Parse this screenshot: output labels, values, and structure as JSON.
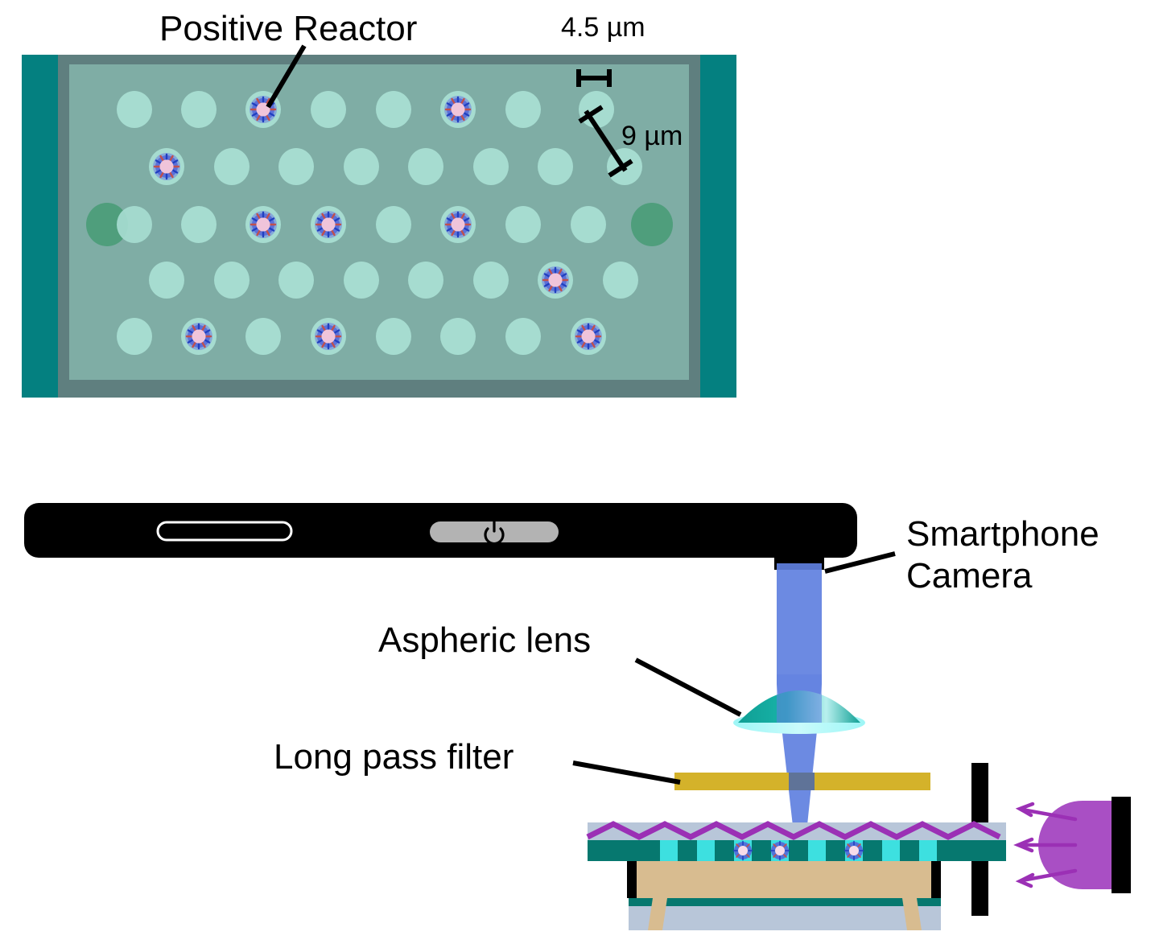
{
  "figure": {
    "title": "Smartphone-based fluorescence microscopy readout of a digital microfluidic reactor array",
    "panels": [
      "reactor-array-top-view",
      "optical-readout-side-view"
    ]
  },
  "labels": {
    "positive_reactor": "Positive Reactor",
    "dim_width": "4.5 µm",
    "dim_pitch": "9 µm",
    "smartphone_camera_line1": "Smartphone",
    "smartphone_camera_line2": "Camera",
    "aspheric_lens": "Aspheric lens",
    "long_pass_filter": "Long pass filter"
  },
  "icons": {
    "power_button": "power-icon",
    "speaker_slot": "speaker-slot-icon",
    "virus_particle": "virus-particle-icon",
    "light_arrow": "light-ray-arrow-icon"
  },
  "colors": {
    "chip_frame_teal": "#048080",
    "chip_border_gray": "#5f7f7f",
    "chip_body": "#7fada5",
    "well_empty": "#a6dcd0",
    "well_dark": "#4f9e7c",
    "particle_halo": "#5566d8",
    "particle_core": "#f2c8dd",
    "particle_spike_red": "#c0504d",
    "particle_spike_blue": "#2040c0",
    "phone_body": "#000000",
    "power_pill": "#b3b3b3",
    "beam_blue": "#6080e0",
    "lens_dome": "#17a9a0",
    "lens_flange": "#8ff2f2",
    "filter_gold": "#d4b22a",
    "chip_top_glass": "#b8c6d9",
    "chip_zigzag_purple": "#9b30b5",
    "chip_teal_layer": "#06786f",
    "chip_well_cyan": "#3de0e0",
    "chip_substrate_tan": "#d8bc90",
    "chip_base_gray": "#b8c6d9",
    "led_purple": "#a94fc4",
    "post_black": "#000000",
    "leader_line": "#000000"
  },
  "array": {
    "rows": 5,
    "cols_per_row": 8,
    "well_shape": "ellipse",
    "row_layout": [
      {
        "index": 1,
        "offset": "aligned",
        "positive_columns": [
          3,
          6
        ],
        "dark_columns": []
      },
      {
        "index": 2,
        "offset": "shifted",
        "positive_columns": [
          1
        ],
        "dark_columns": []
      },
      {
        "index": 3,
        "offset": "aligned",
        "positive_columns": [
          3,
          4,
          6
        ],
        "dark_columns": [
          0,
          9
        ]
      },
      {
        "index": 4,
        "offset": "shifted",
        "positive_columns": [
          7
        ],
        "dark_columns": []
      },
      {
        "index": 5,
        "offset": "aligned",
        "positive_columns": [
          2,
          4,
          8
        ],
        "dark_columns": []
      }
    ],
    "total_positive_reactors": 10
  },
  "optics": {
    "components_top_to_bottom": [
      "smartphone-camera",
      "light-beam",
      "aspheric-lens",
      "long-pass-filter",
      "microfluidic-chip",
      "led-excitation-source"
    ],
    "chip_section_particles": 3,
    "chip_section_wells": 8,
    "led_rays": 3
  }
}
